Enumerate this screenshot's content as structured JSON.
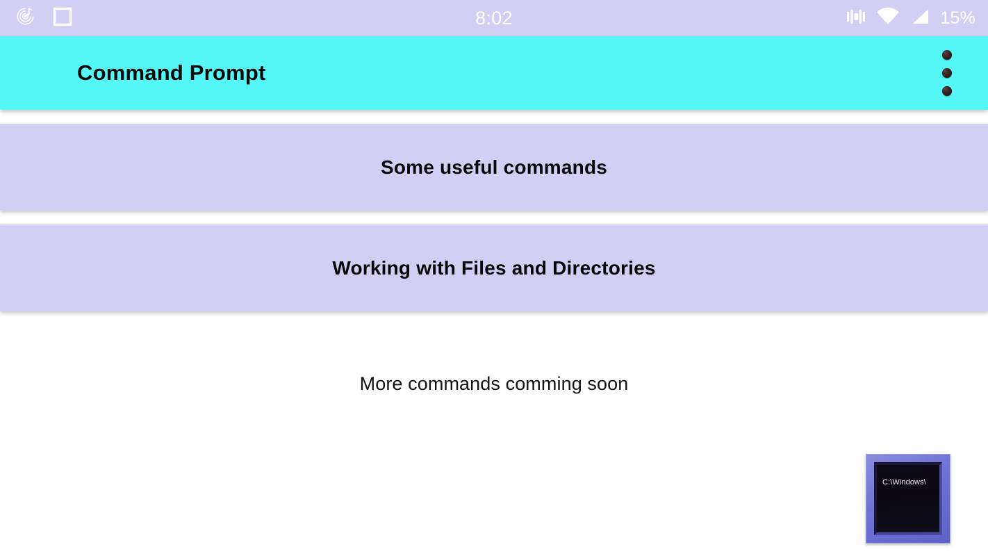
{
  "status_bar": {
    "clock": "8:02",
    "battery_percent": "15%",
    "left_icons": [
      "music-note-record-icon",
      "square-outline-icon"
    ],
    "right_icons": [
      "vibrate-icon",
      "wifi-icon",
      "cellular-signal-icon"
    ],
    "background_color": "#d3cff4",
    "text_color": "#ffffff"
  },
  "app_bar": {
    "title": "Command Prompt",
    "background_color": "#54f7f5",
    "title_color": "#0a0a0a",
    "overflow_icon": "more-vert-icon"
  },
  "menu": {
    "buttons": [
      {
        "label": "Some useful commands"
      },
      {
        "label": "Working with Files and Directories"
      }
    ],
    "button_color": "#d3cff4"
  },
  "main": {
    "note": "More commands comming soon"
  },
  "cmd_icon": {
    "name": "command-prompt-icon",
    "screen_text": "C:\\Windows\\",
    "frame_color": "#6f73d4",
    "screen_color": "#0b0814"
  }
}
